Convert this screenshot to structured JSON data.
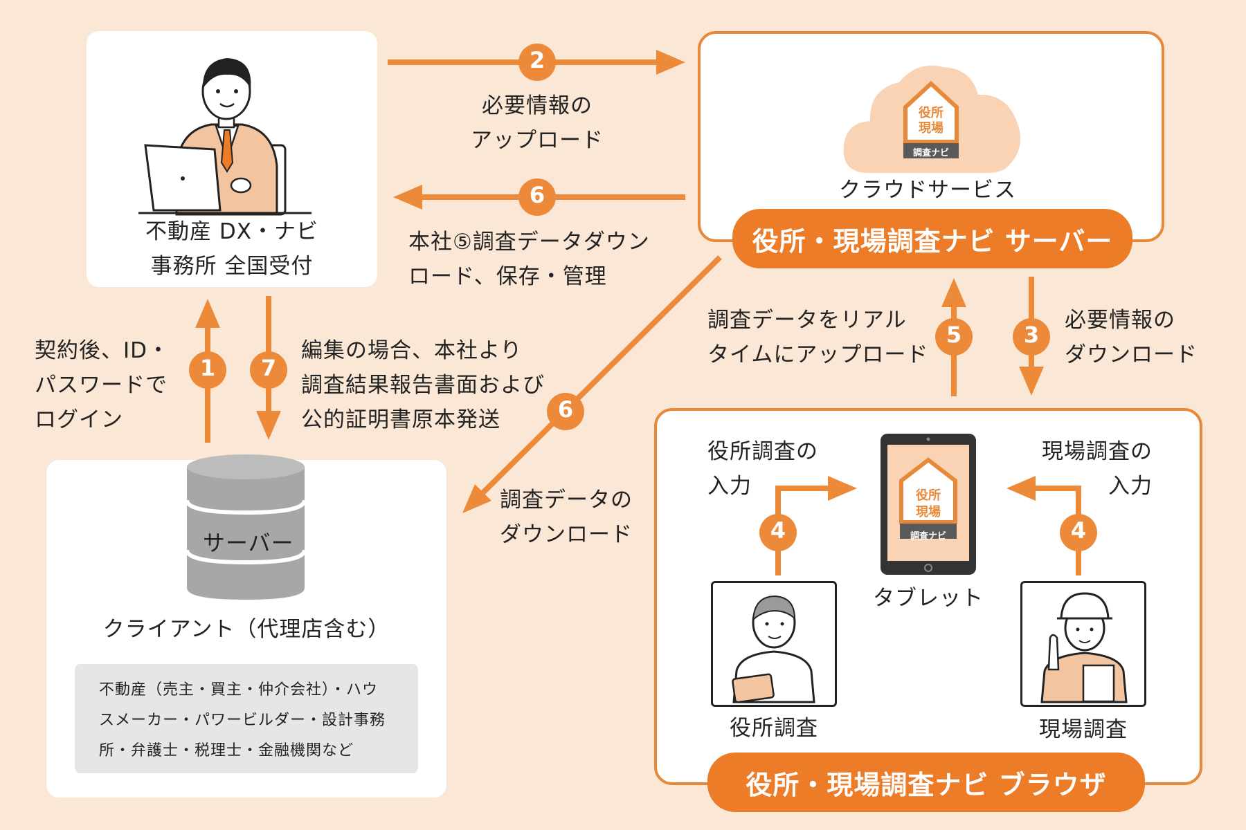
{
  "colors": {
    "background": "#fbe7d6",
    "accent": "#ec7c27",
    "arrow": "#ec8a3a",
    "panel_border": "#e7893a"
  },
  "office": {
    "line1": "不動産 DX・ナビ",
    "line2": "事務所 全国受付"
  },
  "cloud": {
    "logo_line1": "役所",
    "logo_line2": "現場",
    "logo_sub": "調査ナビ",
    "label": "クラウドサービス",
    "server_pill": "役所・現場調査ナビ サーバー"
  },
  "client": {
    "server_label": "サーバー",
    "title": "クライアント（代理店含む）",
    "desc_line1": "不動産（売主・買主・仲介会社）・ハウ",
    "desc_line2": "スメーカー・パワービルダー・設計事務",
    "desc_line3": "所・弁護士・税理士・金融機関など"
  },
  "browser": {
    "pill": "役所・現場調査ナビ ブラウザ",
    "tablet_label": "タブレット",
    "tablet_logo_line1": "役所",
    "tablet_logo_line2": "現場",
    "tablet_logo_sub": "調査ナビ",
    "office_survey_label": "役所調査",
    "field_survey_label": "現場調査",
    "office_input_line1": "役所調査の",
    "office_input_line2": "入力",
    "field_input_line1": "現場調査の",
    "field_input_line2": "入力"
  },
  "steps": {
    "s1": "1",
    "s2": "2",
    "s3": "3",
    "s4": "4",
    "s5": "5",
    "s6": "6",
    "s7": "7"
  },
  "labels": {
    "s2_line1": "必要情報の",
    "s2_line2": "アップロード",
    "s6a_line1": "本社⑤調査データダウン",
    "s6a_line2": "ロード、保存・管理",
    "s1_line1": "契約後、ID・",
    "s1_line2": "パスワードで",
    "s1_line3": "ログイン",
    "s7_line1": "編集の場合、本社より",
    "s7_line2": "調査結果報告書面および",
    "s7_line3": "公的証明書原本発送",
    "s6b_line1": "調査データの",
    "s6b_line2": "ダウンロード",
    "s5_line1": "調査データをリアル",
    "s5_line2": "タイムにアップロード",
    "s3_line1": "必要情報の",
    "s3_line2": "ダウンロード"
  }
}
